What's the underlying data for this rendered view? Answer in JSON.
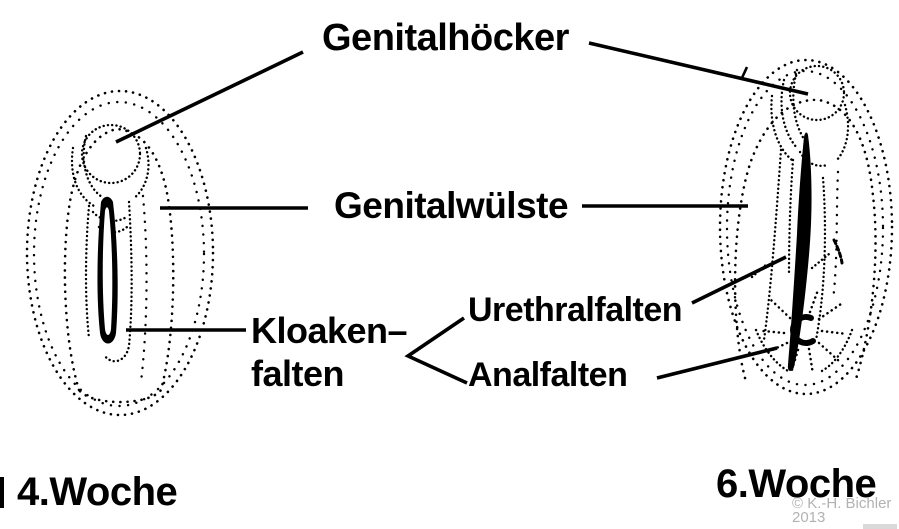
{
  "figure": {
    "background": "#ffffff",
    "ink": "#000000"
  },
  "labels": {
    "genital_tubercle": "Genitalhöcker",
    "genital_swellings": "Genitalwülste",
    "cloacal_folds_line1": "Kloaken–",
    "cloacal_folds_line2": "falten",
    "urethral_folds": "Urethralfalten",
    "anal_folds": "Analfalten"
  },
  "stages": {
    "left_week": "4.Woche",
    "right_week": "6.Woche"
  },
  "credit": {
    "author": "© K.-H. Bichler",
    "year": "2013",
    "color": "#b2b2b2"
  }
}
